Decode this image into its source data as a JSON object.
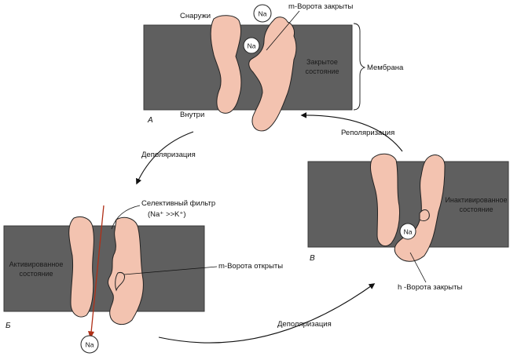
{
  "colors": {
    "membrane": "#5f5f5f",
    "membrane_edge": "#3a3a3a",
    "channel": "#f3c3b0",
    "channel_edge": "#222222",
    "arrow": "#111111",
    "ion_path": "#b03018"
  },
  "panel_a": {
    "letter": "А",
    "outside": "Снаружи",
    "inside": "Внутри",
    "ion_top": "Na",
    "ion_gate": "Na",
    "m_gate_closed": "m-Ворота закрыты",
    "closed_state_line1": "Закрытое",
    "closed_state_line2": "состояние",
    "membrane": "Мембрана"
  },
  "panel_b": {
    "letter": "Б",
    "selective_filter": "Селективный фильтр",
    "selectivity": "(Na⁺ >>K⁺)",
    "active_state_line1": "Активированное",
    "active_state_line2": "состояние",
    "m_gate_open": "m-Ворота открыты",
    "ion": "Na"
  },
  "panel_v": {
    "letter": "В",
    "inactive_state_line1": "Инактивированное",
    "inactive_state_line2": "состояние",
    "ion": "Na",
    "h_gate_closed": "h -Ворота закрыты"
  },
  "transitions": {
    "depolarization_1": "Деполяризация",
    "depolarization_2": "Деполяризация",
    "repolarization": "Реполяризация"
  }
}
